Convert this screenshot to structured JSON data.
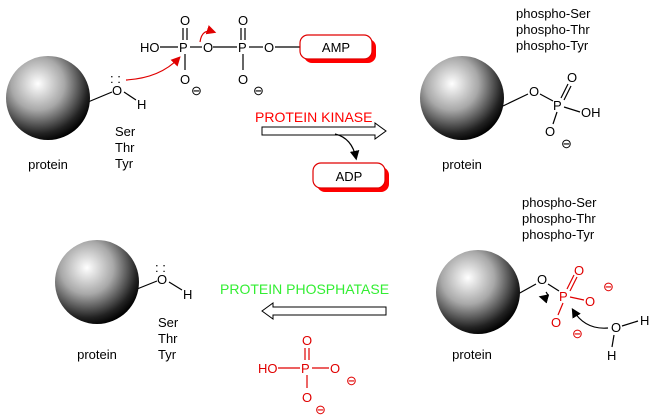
{
  "protein_label": "protein",
  "residues": [
    "Ser",
    "Thr",
    "Tyr"
  ],
  "phospho_residues": [
    "phospho-Ser",
    "phospho-Thr",
    "phospho-Tyr"
  ],
  "atoms": {
    "O": "O",
    "H": "H",
    "P": "P",
    "HO": "HO",
    "OH": "OH",
    "minus": "⊖"
  },
  "kinase": {
    "label": "PROTEIN KINASE",
    "color": "#ff0000",
    "amp": "AMP",
    "adp": "ADP"
  },
  "phosphatase": {
    "label": "PROTEIN PHOSPHATASE",
    "color": "#33ee33"
  },
  "colors": {
    "red": "#e00000",
    "box_shadow": "#ff0000"
  }
}
